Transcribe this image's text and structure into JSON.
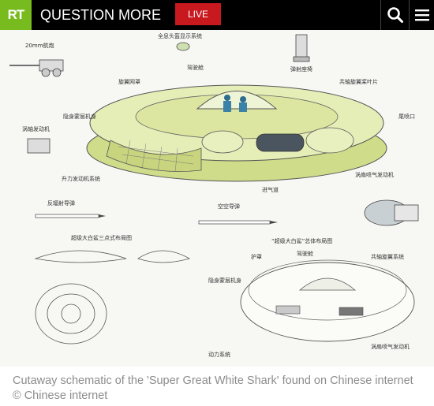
{
  "header": {
    "logo_text": "RT",
    "title": "QUESTION MORE",
    "live_label": "LIVE",
    "search_icon": "search-icon",
    "menu_icon": "menu-icon"
  },
  "figure": {
    "title": "“超级大白鲨”总体布局图",
    "labels": {
      "cannon": "20mm航炮",
      "display": "全息头盔显示系统",
      "ejection_seat": "弹射座椅",
      "canopy": "驾驶舱",
      "rotor_ring": "旋翼网罩",
      "coaxial_rotor": "共轴旋翼桨叶片",
      "stealth_body": "隐身蒙层机身",
      "tail_nozzle": "尾喷口",
      "turbine_engine": "涡轴发动机",
      "turbofan": "涡扇喷气发动机",
      "lift_engine": "升力发动机系统",
      "air_intake": "进气道",
      "anti_radiation": "反辐射导弹",
      "aam": "空空导弹",
      "three_view": "超级大白鲨三点式布局图",
      "small_canopy": "驾驶舱",
      "small_coaxial": "共轴旋翼系统",
      "small_guard": "护罩",
      "small_body": "隐身蒙层机身",
      "small_power": "动力系统",
      "small_turbofan": "涡扇喷气发动机"
    }
  },
  "caption": {
    "text": "Cutaway schematic of the 'Super Great White Shark' found on Chinese internet ©  Chinese internet"
  },
  "colors": {
    "header_bg": "#000000",
    "logo_bg": "#77bb1f",
    "live_bg": "#c8191f",
    "caption_text": "#8c8c8c",
    "hull": "#dfe8a8"
  }
}
